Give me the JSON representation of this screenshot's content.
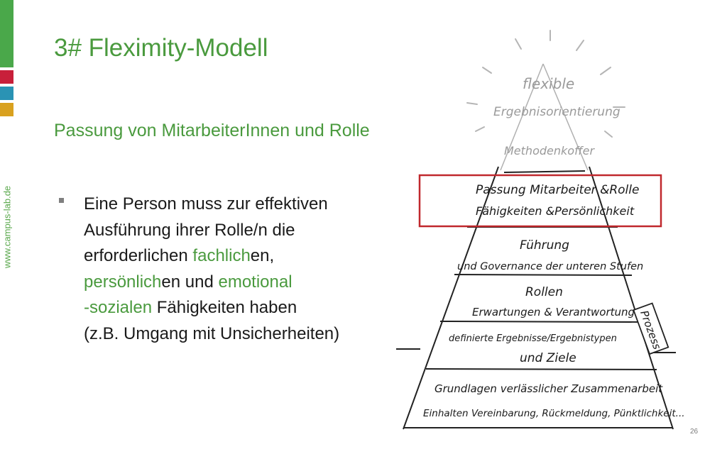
{
  "sidebar": {
    "url": "www.campus-lab.de",
    "colors": [
      "#4aa84a",
      "#c8203a",
      "#2a93b4",
      "#d9a11f"
    ]
  },
  "slide": {
    "title": "3# Fleximity-Modell",
    "subtitle": "Passung von MitarbeiterInnen und Rolle",
    "bullet": {
      "line1": "Eine Person muss zur effektiven",
      "line2": "Ausführung ihrer Rolle/n die",
      "line3_pre": "erforderlichen ",
      "line3_green": "fachlich",
      "line3_post": "en,",
      "line4_green": "persönlich",
      "line4_mid": "en und ",
      "line4_green2": "emotional",
      "line5_green": "-sozialen",
      "line5_post": " Fähigkeiten haben",
      "line6": "(z.B. Umgang mit Unsicherheiten)"
    },
    "page_number": "26"
  },
  "pyramid": {
    "top": [
      "flexible",
      "Ergebnisorientierung",
      "Methodenkoffer"
    ],
    "highlighted": [
      "Passung Mitarbeiter &Rolle",
      "Fähigkeiten &Persönlichkeit"
    ],
    "level1": [
      "Führung",
      "und Governance der unteren Stufen"
    ],
    "level2": [
      "Rollen",
      "Erwartungen & Verantwortung"
    ],
    "level3": [
      "definierte Ergebnisse/Ergebnistypen",
      "und Ziele"
    ],
    "level4": [
      "Grundlagen verlässlicher Zusammenarbeit",
      "Einhalten Vereinbarung, Rückmeldung, Pünktlichkeit..."
    ],
    "side_label": "Prozess",
    "highlight_color": "#c0282d"
  }
}
